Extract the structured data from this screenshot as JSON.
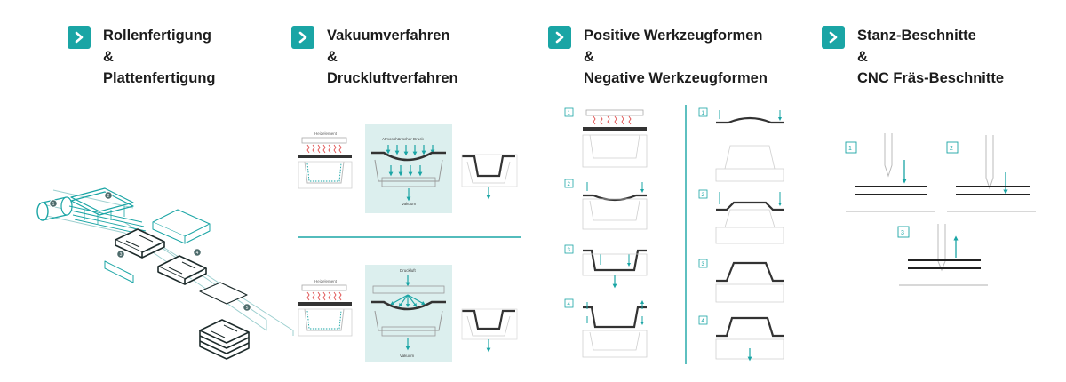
{
  "colors": {
    "accent": "#1aa5a5",
    "heater": "#e05050",
    "outline": "#555555",
    "light": "#c9c9c9",
    "panel": "#dcefee"
  },
  "columns": [
    {
      "icon": "chevron-right-icon",
      "line1": "Rollenfertigung",
      "line2": "&",
      "line3": "Plattenfertigung"
    },
    {
      "icon": "chevron-right-icon",
      "line1": "Vakuumverfahren",
      "line2": "&",
      "line3": "Druckluftverfahren"
    },
    {
      "icon": "chevron-right-icon",
      "line1": "Positive Werkzeugformen",
      "line2": "&",
      "line3": "Negative Werkzeugformen"
    },
    {
      "icon": "chevron-right-icon",
      "line1": "Stanz-Beschnitte",
      "line2": "&",
      "line3": "CNC Fräs-Beschnitte"
    }
  ],
  "roll": {
    "badge1": "1",
    "badge2": "2",
    "badge3": "3",
    "badge4": "4",
    "badge5": "5"
  },
  "vacuum": {
    "heater": "Heizelement",
    "atmo": "Atmosphärischer Druck",
    "vac": "Vakuum"
  },
  "pressure": {
    "heater": "Heizelement",
    "air": "Druckluft",
    "vac": "Vakuum"
  },
  "positive": {
    "s1": "1",
    "s2": "2",
    "s3": "3",
    "s4": "4"
  },
  "negative": {
    "s1": "1",
    "s2": "2",
    "s3": "3",
    "s4": "4"
  },
  "trim": {
    "s1": "1",
    "s2": "2",
    "s3": "3"
  }
}
